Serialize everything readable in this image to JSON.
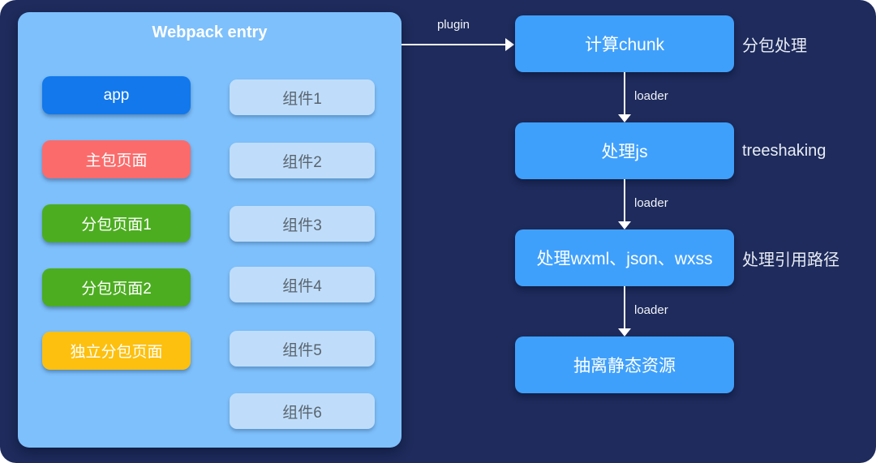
{
  "colors": {
    "background": "#1E2B5C",
    "panel": "#7EC0FB",
    "component_box": "#BFDDFA",
    "flow_box": "#3FA0FC",
    "arrow": "#FFFFFF"
  },
  "panel": {
    "title": "Webpack entry",
    "entries": [
      {
        "label": "app",
        "color": "#1278EB"
      },
      {
        "label": "主包页面",
        "color": "#FB6B6B"
      },
      {
        "label": "分包页面1",
        "color": "#4CAD20"
      },
      {
        "label": "分包页面2",
        "color": "#4CAD20"
      },
      {
        "label": "独立分包页面",
        "color": "#FDC00F"
      }
    ],
    "components": [
      {
        "label": "组件1"
      },
      {
        "label": "组件2"
      },
      {
        "label": "组件3"
      },
      {
        "label": "组件4"
      },
      {
        "label": "组件5"
      },
      {
        "label": "组件6"
      }
    ]
  },
  "flow": {
    "entry_arrow_label": "plugin",
    "steps": [
      {
        "label": "计算chunk",
        "side_note": "分包处理",
        "arrow_label": "loader"
      },
      {
        "label": "处理js",
        "side_note": "treeshaking",
        "arrow_label": "loader"
      },
      {
        "label": "处理wxml、json、wxss",
        "side_note": "处理引用路径",
        "arrow_label": "loader"
      },
      {
        "label": "抽离静态资源",
        "side_note": "",
        "arrow_label": ""
      }
    ]
  }
}
